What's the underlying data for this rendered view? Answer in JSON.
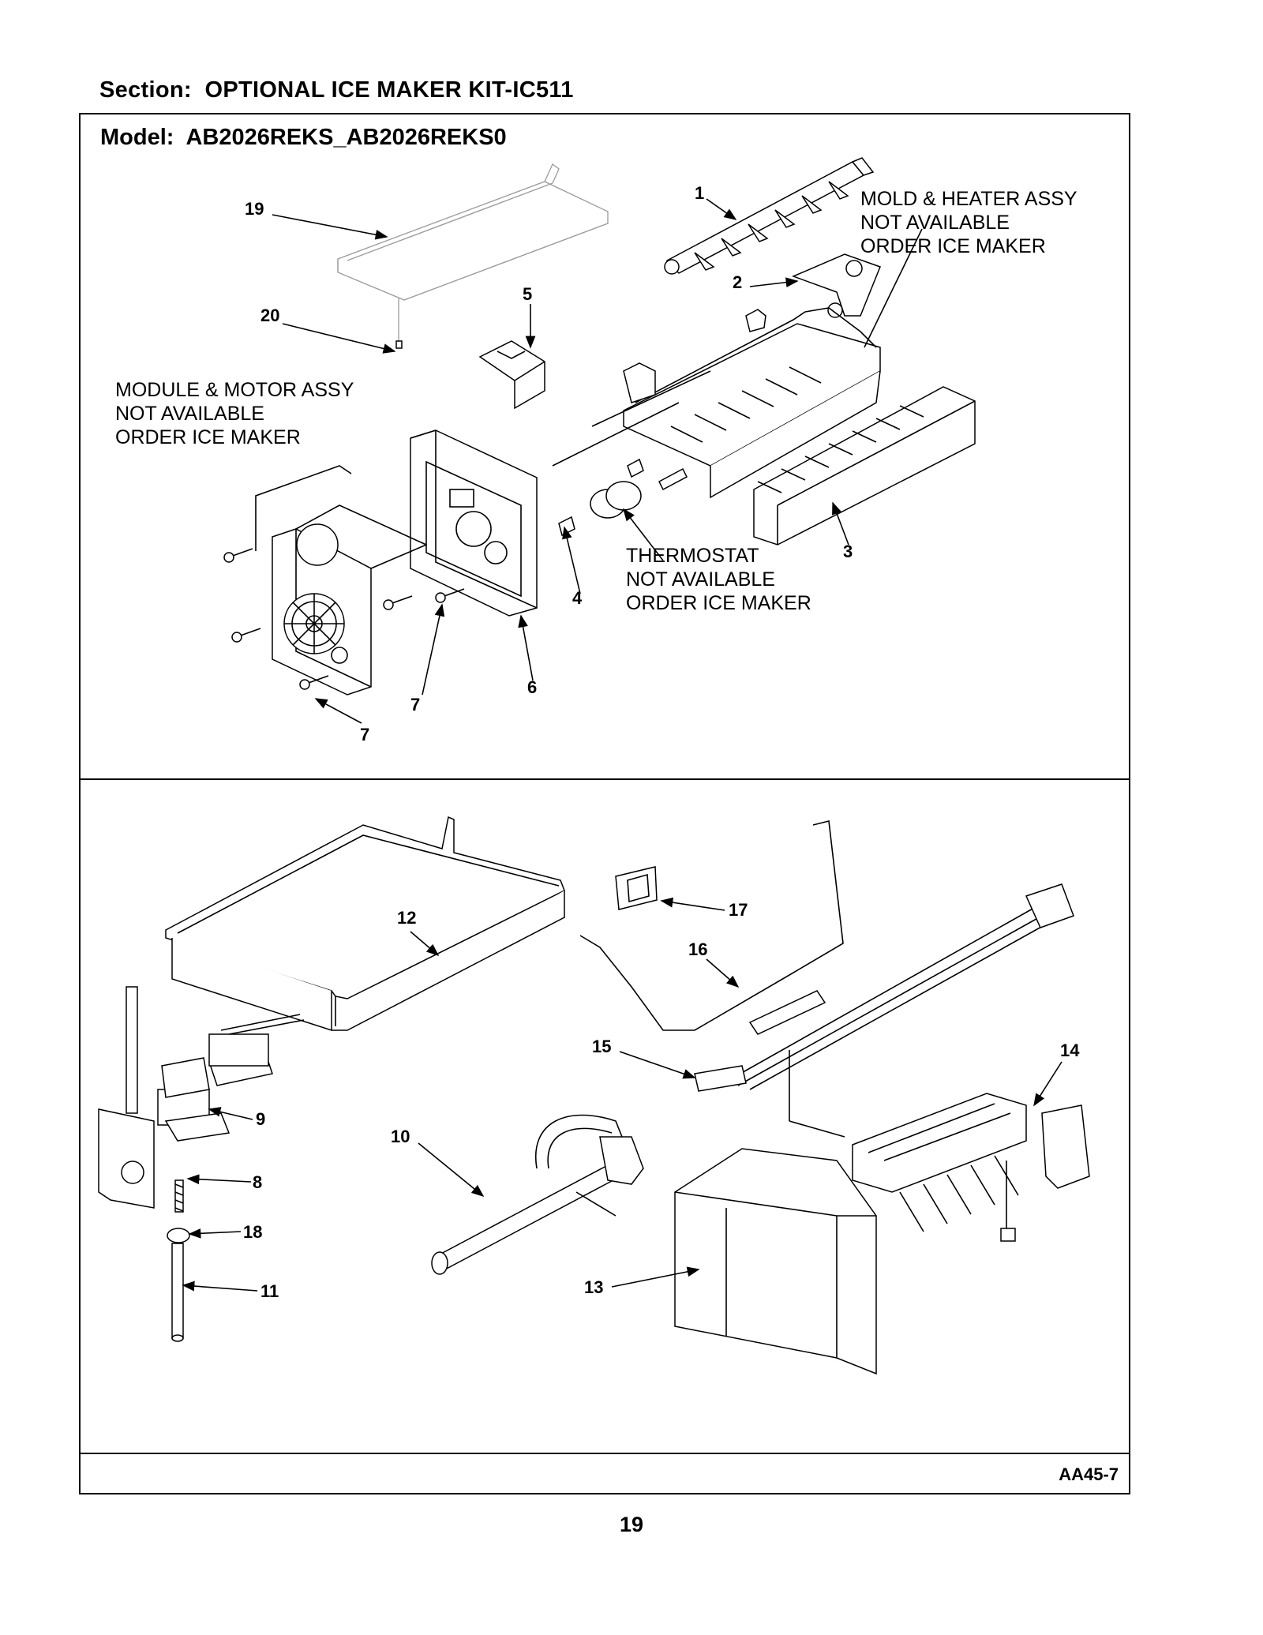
{
  "section": {
    "label": "Section:",
    "name": "OPTIONAL ICE MAKER KIT-IC511"
  },
  "model": {
    "label": "Model:",
    "name": "AB2026REKS_AB2026REKS0"
  },
  "callouts": {
    "c1": "1",
    "c2": "2",
    "c3": "3",
    "c4": "4",
    "c5": "5",
    "c6": "6",
    "c7a": "7",
    "c7b": "7",
    "c8": "8",
    "c9": "9",
    "c10": "10",
    "c11": "11",
    "c12": "12",
    "c13": "13",
    "c14": "14",
    "c15": "15",
    "c16": "16",
    "c17": "17",
    "c18": "18",
    "c19": "19",
    "c20": "20"
  },
  "notes": {
    "mold": [
      "MOLD & HEATER ASSY",
      "NOT AVAILABLE",
      "ORDER ICE MAKER"
    ],
    "module": [
      "MODULE & MOTOR ASSY",
      "NOT AVAILABLE",
      "ORDER ICE MAKER"
    ],
    "thermostat": [
      "THERMOSTAT",
      "NOT AVAILABLE",
      "ORDER ICE MAKER"
    ]
  },
  "drawing_code": "AA45-7",
  "page_number": "19"
}
